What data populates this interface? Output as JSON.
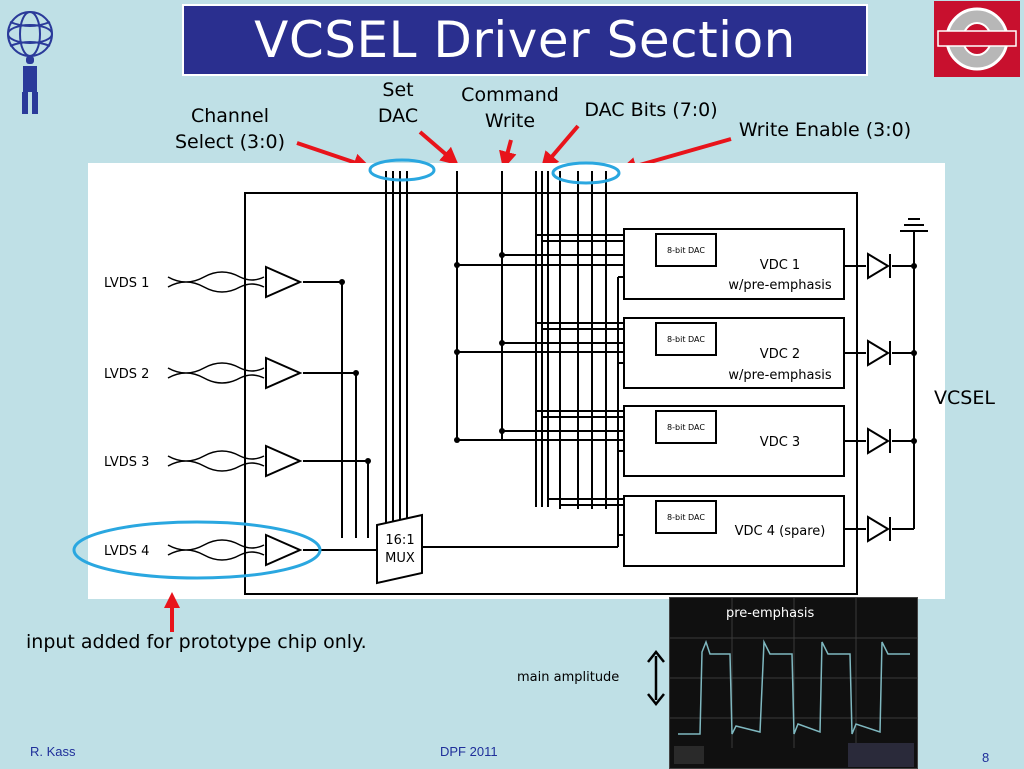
{
  "slide": {
    "title": "VCSEL Driver Section",
    "page_number": "8",
    "footer_left": "R. Kass",
    "footer_center": "DPF 2011"
  },
  "callouts": {
    "channel_select": [
      "Channel",
      "Select (3:0)"
    ],
    "set_dac": [
      "Set",
      "DAC"
    ],
    "command_write": [
      "Command",
      "Write"
    ],
    "dac_bits": "DAC Bits (7:0)",
    "write_enable": "Write Enable (3:0)",
    "vcsel": "VCSEL",
    "prototype_note": "input added for prototype chip only.",
    "main_amplitude": "main amplitude",
    "pre_emphasis": "pre-emphasis"
  },
  "diagram": {
    "inputs": [
      "LVDS 1",
      "LVDS 2",
      "LVDS 3",
      "LVDS 4"
    ],
    "mux_label": [
      "16:1",
      "MUX"
    ],
    "dac_label": "8-bit DAC",
    "drivers": [
      {
        "name": "VDC 1",
        "sub": "w/pre-emphasis"
      },
      {
        "name": "VDC 2",
        "sub": "w/pre-emphasis"
      },
      {
        "name": "VDC 3",
        "sub": ""
      },
      {
        "name": "VDC 4 (spare)",
        "sub": ""
      }
    ]
  },
  "colors": {
    "background": "#bfe0e6",
    "title_bg": "#2a2f8f",
    "arrow": "#e8141b",
    "highlight": "#2aa7e0",
    "footer_text": "#1f2f9a"
  },
  "icons": {
    "left_logo": "atlas-globe-logo",
    "right_logo": "ohio-state-logo"
  }
}
